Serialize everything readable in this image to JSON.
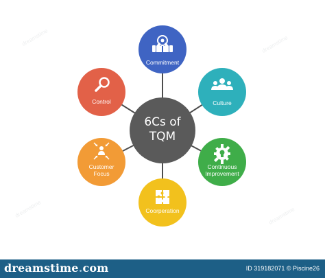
{
  "center": {
    "line1": "6Cs of",
    "line2": "TQM",
    "color": "#5a5a5a"
  },
  "nodes": [
    {
      "label": "Commitment",
      "color": "#3f64c3",
      "icon": "handshake-thumbs-up-icon"
    },
    {
      "label": "Culture",
      "color": "#2eb0bb",
      "icon": "team-people-icon"
    },
    {
      "label": "Continuous Improvement",
      "color": "#3fad49",
      "icon": "gear-lightbulb-icon"
    },
    {
      "label": "Coorperation",
      "color": "#f2c11d",
      "icon": "puzzle-pieces-icon"
    },
    {
      "label": "Customer Focus",
      "color": "#f29b36",
      "icon": "customer-target-arrows-icon"
    },
    {
      "label": "Control",
      "color": "#e26148",
      "icon": "magnifier-icon"
    }
  ],
  "connector_color": "#4d4d4d",
  "footer": {
    "brand_main": "dreamstime",
    "brand_dot": ".",
    "brand_tld": "com",
    "credit": "ID 319182071 © Piscine26",
    "color": "#1d5f86"
  },
  "watermark": "dreamstime"
}
